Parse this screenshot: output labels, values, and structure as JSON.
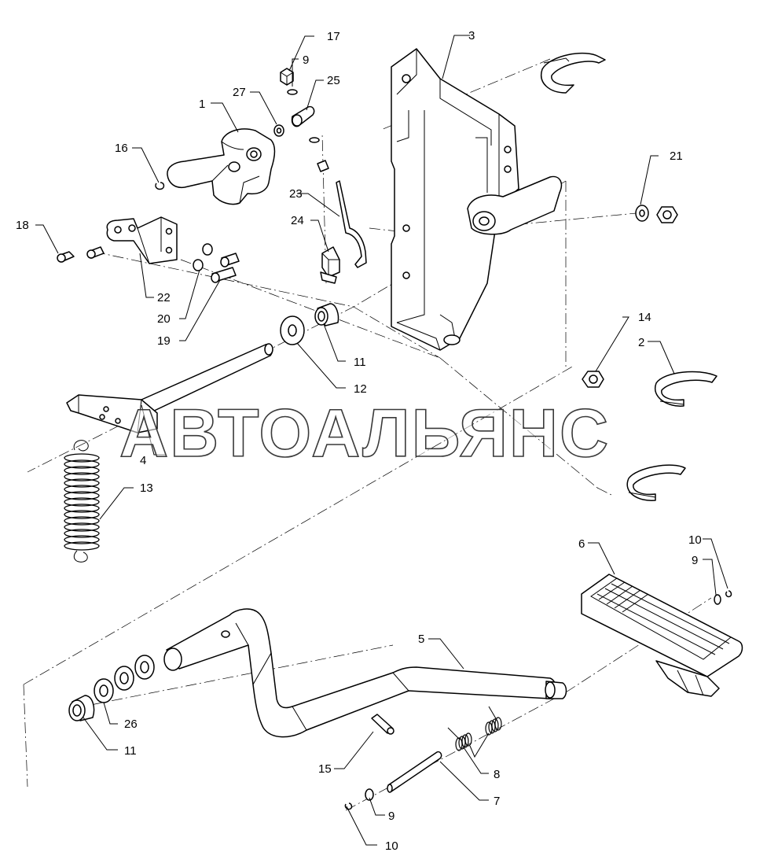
{
  "watermark": "АВТОАЛЬЯНС",
  "callouts": {
    "c1": "1",
    "c2": "2",
    "c3": "3",
    "c4": "4",
    "c5": "5",
    "c6": "6",
    "c7": "7",
    "c8": "8",
    "c9a": "9",
    "c9b": "9",
    "c9c": "9",
    "c10a": "10",
    "c10b": "10",
    "c11a": "11",
    "c11b": "11",
    "c12": "12",
    "c13": "13",
    "c14": "14",
    "c15": "15",
    "c16": "16",
    "c17": "17",
    "c18": "18",
    "c19": "19",
    "c20": "20",
    "c21": "21",
    "c22": "22",
    "c23": "23",
    "c24": "24",
    "c25": "25",
    "c26": "26",
    "c27": "27"
  }
}
